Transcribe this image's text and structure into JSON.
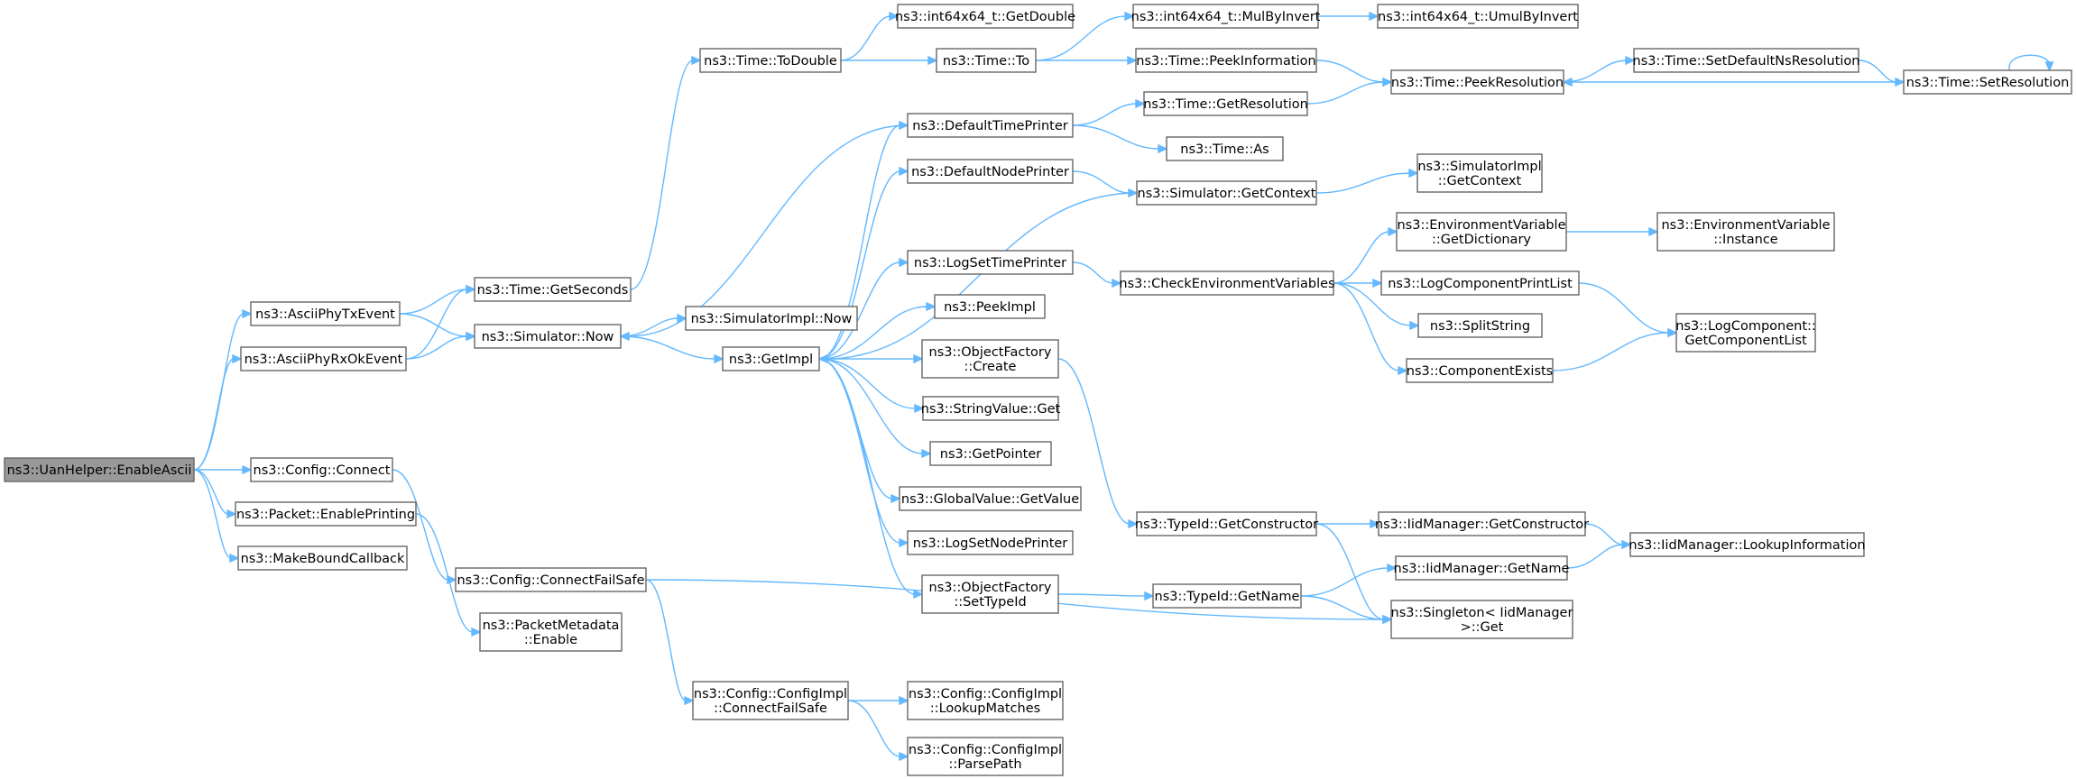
{
  "graph": {
    "nodes": [
      {
        "id": "root",
        "lines": [
          "ns3::UanHelper::EnableAscii"
        ]
      },
      {
        "id": "asciitx",
        "lines": [
          "ns3::AsciiPhyTxEvent"
        ]
      },
      {
        "id": "asciirx",
        "lines": [
          "ns3::AsciiPhyRxOkEvent"
        ]
      },
      {
        "id": "cfgconnect",
        "lines": [
          "ns3::Config::Connect"
        ]
      },
      {
        "id": "pktprint",
        "lines": [
          "ns3::Packet::EnablePrinting"
        ]
      },
      {
        "id": "mkcb",
        "lines": [
          "ns3::MakeBoundCallback"
        ]
      },
      {
        "id": "getsec",
        "lines": [
          "ns3::Time::GetSeconds"
        ]
      },
      {
        "id": "simnow",
        "lines": [
          "ns3::Simulator::Now"
        ]
      },
      {
        "id": "cfs",
        "lines": [
          "ns3::Config::ConnectFailSafe"
        ]
      },
      {
        "id": "pmenable",
        "lines": [
          "ns3::PacketMetadata",
          "::Enable"
        ]
      },
      {
        "id": "todouble",
        "lines": [
          "ns3::Time::ToDouble"
        ]
      },
      {
        "id": "siminow",
        "lines": [
          "ns3::SimulatorImpl::Now"
        ]
      },
      {
        "id": "getimpl",
        "lines": [
          "ns3::GetImpl"
        ]
      },
      {
        "id": "cicfs",
        "lines": [
          "ns3::Config::ConfigImpl",
          "::ConnectFailSafe"
        ]
      },
      {
        "id": "getdouble",
        "lines": [
          "ns3::int64x64_t::GetDouble"
        ]
      },
      {
        "id": "timeto",
        "lines": [
          "ns3::Time::To"
        ]
      },
      {
        "id": "dtp",
        "lines": [
          "ns3::DefaultTimePrinter"
        ]
      },
      {
        "id": "dnp",
        "lines": [
          "ns3::DefaultNodePrinter"
        ]
      },
      {
        "id": "lstp",
        "lines": [
          "ns3::LogSetTimePrinter"
        ]
      },
      {
        "id": "peekimpl",
        "lines": [
          "ns3::PeekImpl"
        ]
      },
      {
        "id": "ofcreate",
        "lines": [
          "ns3::ObjectFactory",
          "::Create"
        ]
      },
      {
        "id": "svget",
        "lines": [
          "ns3::StringValue::Get"
        ]
      },
      {
        "id": "getptr",
        "lines": [
          "ns3::GetPointer"
        ]
      },
      {
        "id": "gvget",
        "lines": [
          "ns3::GlobalValue::GetValue"
        ]
      },
      {
        "id": "lsnp",
        "lines": [
          "ns3::LogSetNodePrinter"
        ]
      },
      {
        "id": "ofsettid",
        "lines": [
          "ns3::ObjectFactory",
          "::SetTypeId"
        ]
      },
      {
        "id": "cilm",
        "lines": [
          "ns3::Config::ConfigImpl",
          "::LookupMatches"
        ]
      },
      {
        "id": "cipp",
        "lines": [
          "ns3::Config::ConfigImpl",
          "::ParsePath"
        ]
      },
      {
        "id": "mulbyinv",
        "lines": [
          "ns3::int64x64_t::MulByInvert"
        ]
      },
      {
        "id": "peekinfo",
        "lines": [
          "ns3::Time::PeekInformation"
        ]
      },
      {
        "id": "getres",
        "lines": [
          "ns3::Time::GetResolution"
        ]
      },
      {
        "id": "timeas",
        "lines": [
          "ns3::Time::As"
        ]
      },
      {
        "id": "simgetctx",
        "lines": [
          "ns3::Simulator::GetContext"
        ]
      },
      {
        "id": "cev",
        "lines": [
          "ns3::CheckEnvironmentVariables"
        ]
      },
      {
        "id": "tgc",
        "lines": [
          "ns3::TypeId::GetConstructor"
        ]
      },
      {
        "id": "tgn",
        "lines": [
          "ns3::TypeId::GetName"
        ]
      },
      {
        "id": "umulbyinv",
        "lines": [
          "ns3::int64x64_t::UmulByInvert"
        ]
      },
      {
        "id": "peekres",
        "lines": [
          "ns3::Time::PeekResolution"
        ]
      },
      {
        "id": "simigetctx",
        "lines": [
          "ns3::SimulatorImpl",
          "::GetContext"
        ]
      },
      {
        "id": "evgd",
        "lines": [
          "ns3::EnvironmentVariable",
          "::GetDictionary"
        ]
      },
      {
        "id": "lcpl",
        "lines": [
          "ns3::LogComponentPrintList"
        ]
      },
      {
        "id": "split",
        "lines": [
          "ns3::SplitString"
        ]
      },
      {
        "id": "compexists",
        "lines": [
          "ns3::ComponentExists"
        ]
      },
      {
        "id": "iidgc",
        "lines": [
          "ns3::IidManager::GetConstructor"
        ]
      },
      {
        "id": "iidgn",
        "lines": [
          "ns3::IidManager::GetName"
        ]
      },
      {
        "id": "singleton",
        "lines": [
          "ns3::Singleton< IidManager",
          ">::Get"
        ]
      },
      {
        "id": "setdefns",
        "lines": [
          "ns3::Time::SetDefaultNsResolution"
        ]
      },
      {
        "id": "evinst",
        "lines": [
          "ns3::EnvironmentVariable",
          "::Instance"
        ]
      },
      {
        "id": "lcgcl",
        "lines": [
          "ns3::LogComponent::",
          "GetComponentList"
        ]
      },
      {
        "id": "iidli",
        "lines": [
          "ns3::IidManager::LookupInformation"
        ]
      },
      {
        "id": "setres",
        "lines": [
          "ns3::Time::SetResolution"
        ]
      }
    ],
    "edges": [
      [
        "root",
        "asciitx"
      ],
      [
        "root",
        "asciirx"
      ],
      [
        "root",
        "cfgconnect"
      ],
      [
        "root",
        "pktprint"
      ],
      [
        "root",
        "mkcb"
      ],
      [
        "asciitx",
        "getsec"
      ],
      [
        "asciitx",
        "simnow"
      ],
      [
        "asciirx",
        "getsec"
      ],
      [
        "asciirx",
        "simnow"
      ],
      [
        "cfgconnect",
        "cfs"
      ],
      [
        "pktprint",
        "pmenable"
      ],
      [
        "getsec",
        "todouble"
      ],
      [
        "simnow",
        "siminow"
      ],
      [
        "simnow",
        "getimpl"
      ],
      [
        "cfs",
        "cicfs"
      ],
      [
        "cfs",
        "singleton"
      ],
      [
        "todouble",
        "getdouble"
      ],
      [
        "todouble",
        "timeto"
      ],
      [
        "getimpl",
        "dtp"
      ],
      [
        "getimpl",
        "dnp"
      ],
      [
        "getimpl",
        "lstp"
      ],
      [
        "getimpl",
        "peekimpl"
      ],
      [
        "getimpl",
        "ofcreate"
      ],
      [
        "getimpl",
        "svget"
      ],
      [
        "getimpl",
        "getptr"
      ],
      [
        "getimpl",
        "gvget"
      ],
      [
        "getimpl",
        "lsnp"
      ],
      [
        "getimpl",
        "ofsettid"
      ],
      [
        "cicfs",
        "cilm"
      ],
      [
        "cicfs",
        "cipp"
      ],
      [
        "timeto",
        "mulbyinv"
      ],
      [
        "timeto",
        "peekinfo"
      ],
      [
        "dtp",
        "simnow"
      ],
      [
        "dtp",
        "getres"
      ],
      [
        "dtp",
        "timeas"
      ],
      [
        "dnp",
        "simgetctx"
      ],
      [
        "simgetctx",
        "getimpl"
      ],
      [
        "simgetctx",
        "simigetctx"
      ],
      [
        "lstp",
        "cev"
      ],
      [
        "ofcreate",
        "tgc"
      ],
      [
        "ofsettid",
        "tgn"
      ],
      [
        "mulbyinv",
        "umulbyinv"
      ],
      [
        "peekinfo",
        "peekres"
      ],
      [
        "getres",
        "peekres"
      ],
      [
        "cev",
        "evgd"
      ],
      [
        "cev",
        "lcpl"
      ],
      [
        "cev",
        "split"
      ],
      [
        "cev",
        "compexists"
      ],
      [
        "tgc",
        "iidgc"
      ],
      [
        "tgc",
        "singleton"
      ],
      [
        "tgn",
        "iidgn"
      ],
      [
        "tgn",
        "singleton"
      ],
      [
        "peekres",
        "setdefns"
      ],
      [
        "evgd",
        "evinst"
      ],
      [
        "lcpl",
        "lcgcl"
      ],
      [
        "compexists",
        "lcgcl"
      ],
      [
        "iidgc",
        "iidli"
      ],
      [
        "iidgn",
        "iidli"
      ],
      [
        "setdefns",
        "setres"
      ],
      [
        "setres",
        "peekres"
      ],
      [
        "setres",
        "setres"
      ]
    ]
  },
  "colors": {
    "edge": "#63b8ff",
    "node_border": "#666666",
    "root_fill": "#999999",
    "node_fill": "#ffffff"
  }
}
